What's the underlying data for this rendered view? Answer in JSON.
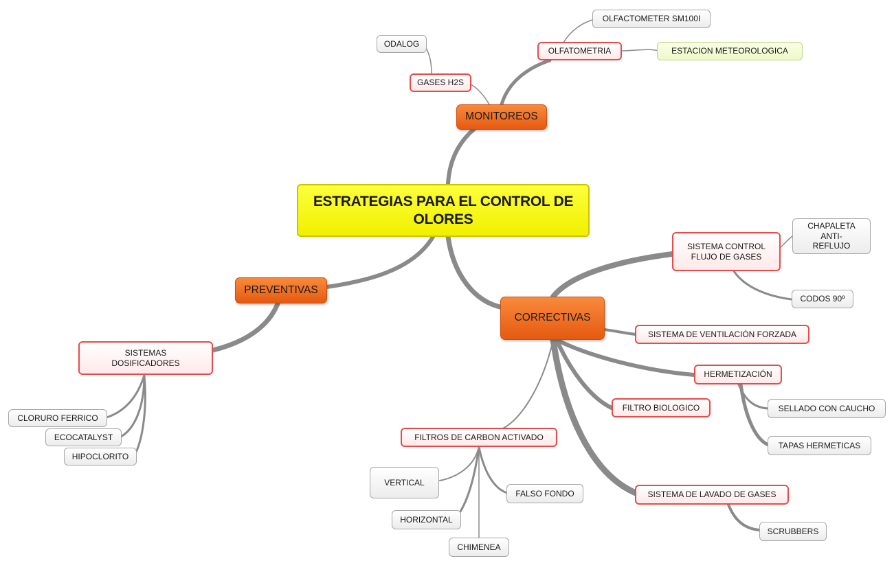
{
  "diagram": {
    "central": "ESTRATEGIAS PARA EL CONTROL DE OLORES",
    "branches": {
      "monitoreos": "MONITOREOS",
      "preventivas": "PREVENTIVAS",
      "correctivas": "CORRECTIVAS"
    },
    "monitoreos": {
      "gases_h2s": "GASES H2S",
      "odalog": "ODALOG",
      "olfatometria": "OLFATOMETRIA",
      "olfactometer": "OLFACTOMETER SM100I",
      "estacion": "ESTACION METEOROLOGICA"
    },
    "preventivas": {
      "sistemas_dosificadores": "SISTEMAS DOSIFICADORES",
      "cloruro_ferrico": "CLORURO FERRICO",
      "ecocatalyst": "ECOCATALYST",
      "hipoclorito": "HIPOCLORITO"
    },
    "correctivas": {
      "sistema_control": "SISTEMA CONTROL FLUJO DE GASES",
      "chapaleta": "CHAPALETA ANTI-REFLUJO",
      "codos": "CODOS 90º",
      "ventilacion": "SISTEMA DE VENTILACIÓN FORZADA",
      "hermetizacion": "HERMETIZACIÓN",
      "sellado": "SELLADO CON CAUCHO",
      "tapas": "TAPAS HERMETICAS",
      "filtro_biologico": "FILTRO BIOLOGICO",
      "filtros_carbon": "FILTROS DE CARBON ACTIVADO",
      "vertical": "VERTICAL",
      "horizontal": "HORIZONTAL",
      "chimenea": "CHIMENEA",
      "falso_fondo": "FALSO FONDO",
      "lavado": "SISTEMA DE LAVADO DE GASES",
      "scrubbers": "SCRUBBERS"
    }
  }
}
